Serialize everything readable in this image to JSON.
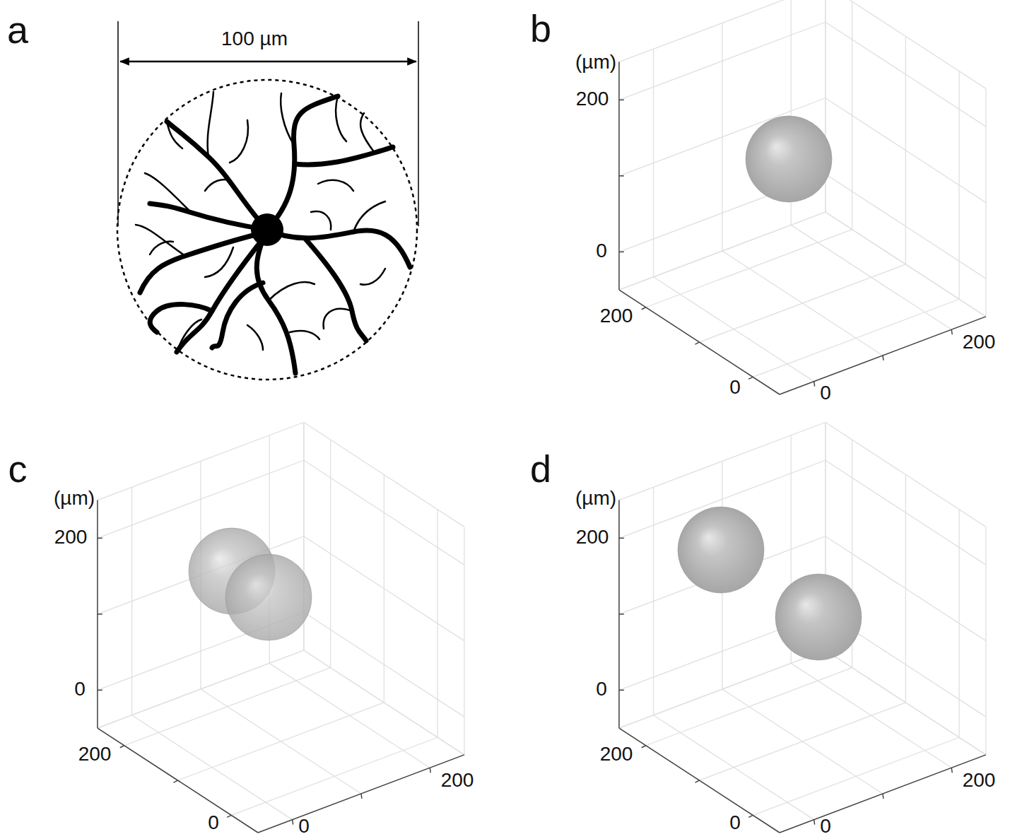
{
  "diagram": {
    "labels": [
      "a",
      "100 µm",
      "b",
      "(µm)",
      "200",
      "0",
      "200",
      "0",
      "0",
      "200",
      "c",
      "(µm)",
      "200",
      "0",
      "200",
      "0",
      "0",
      "200",
      "d",
      "(µm)",
      "200",
      "0",
      "200",
      "0",
      "0",
      "200"
    ]
  }
}
